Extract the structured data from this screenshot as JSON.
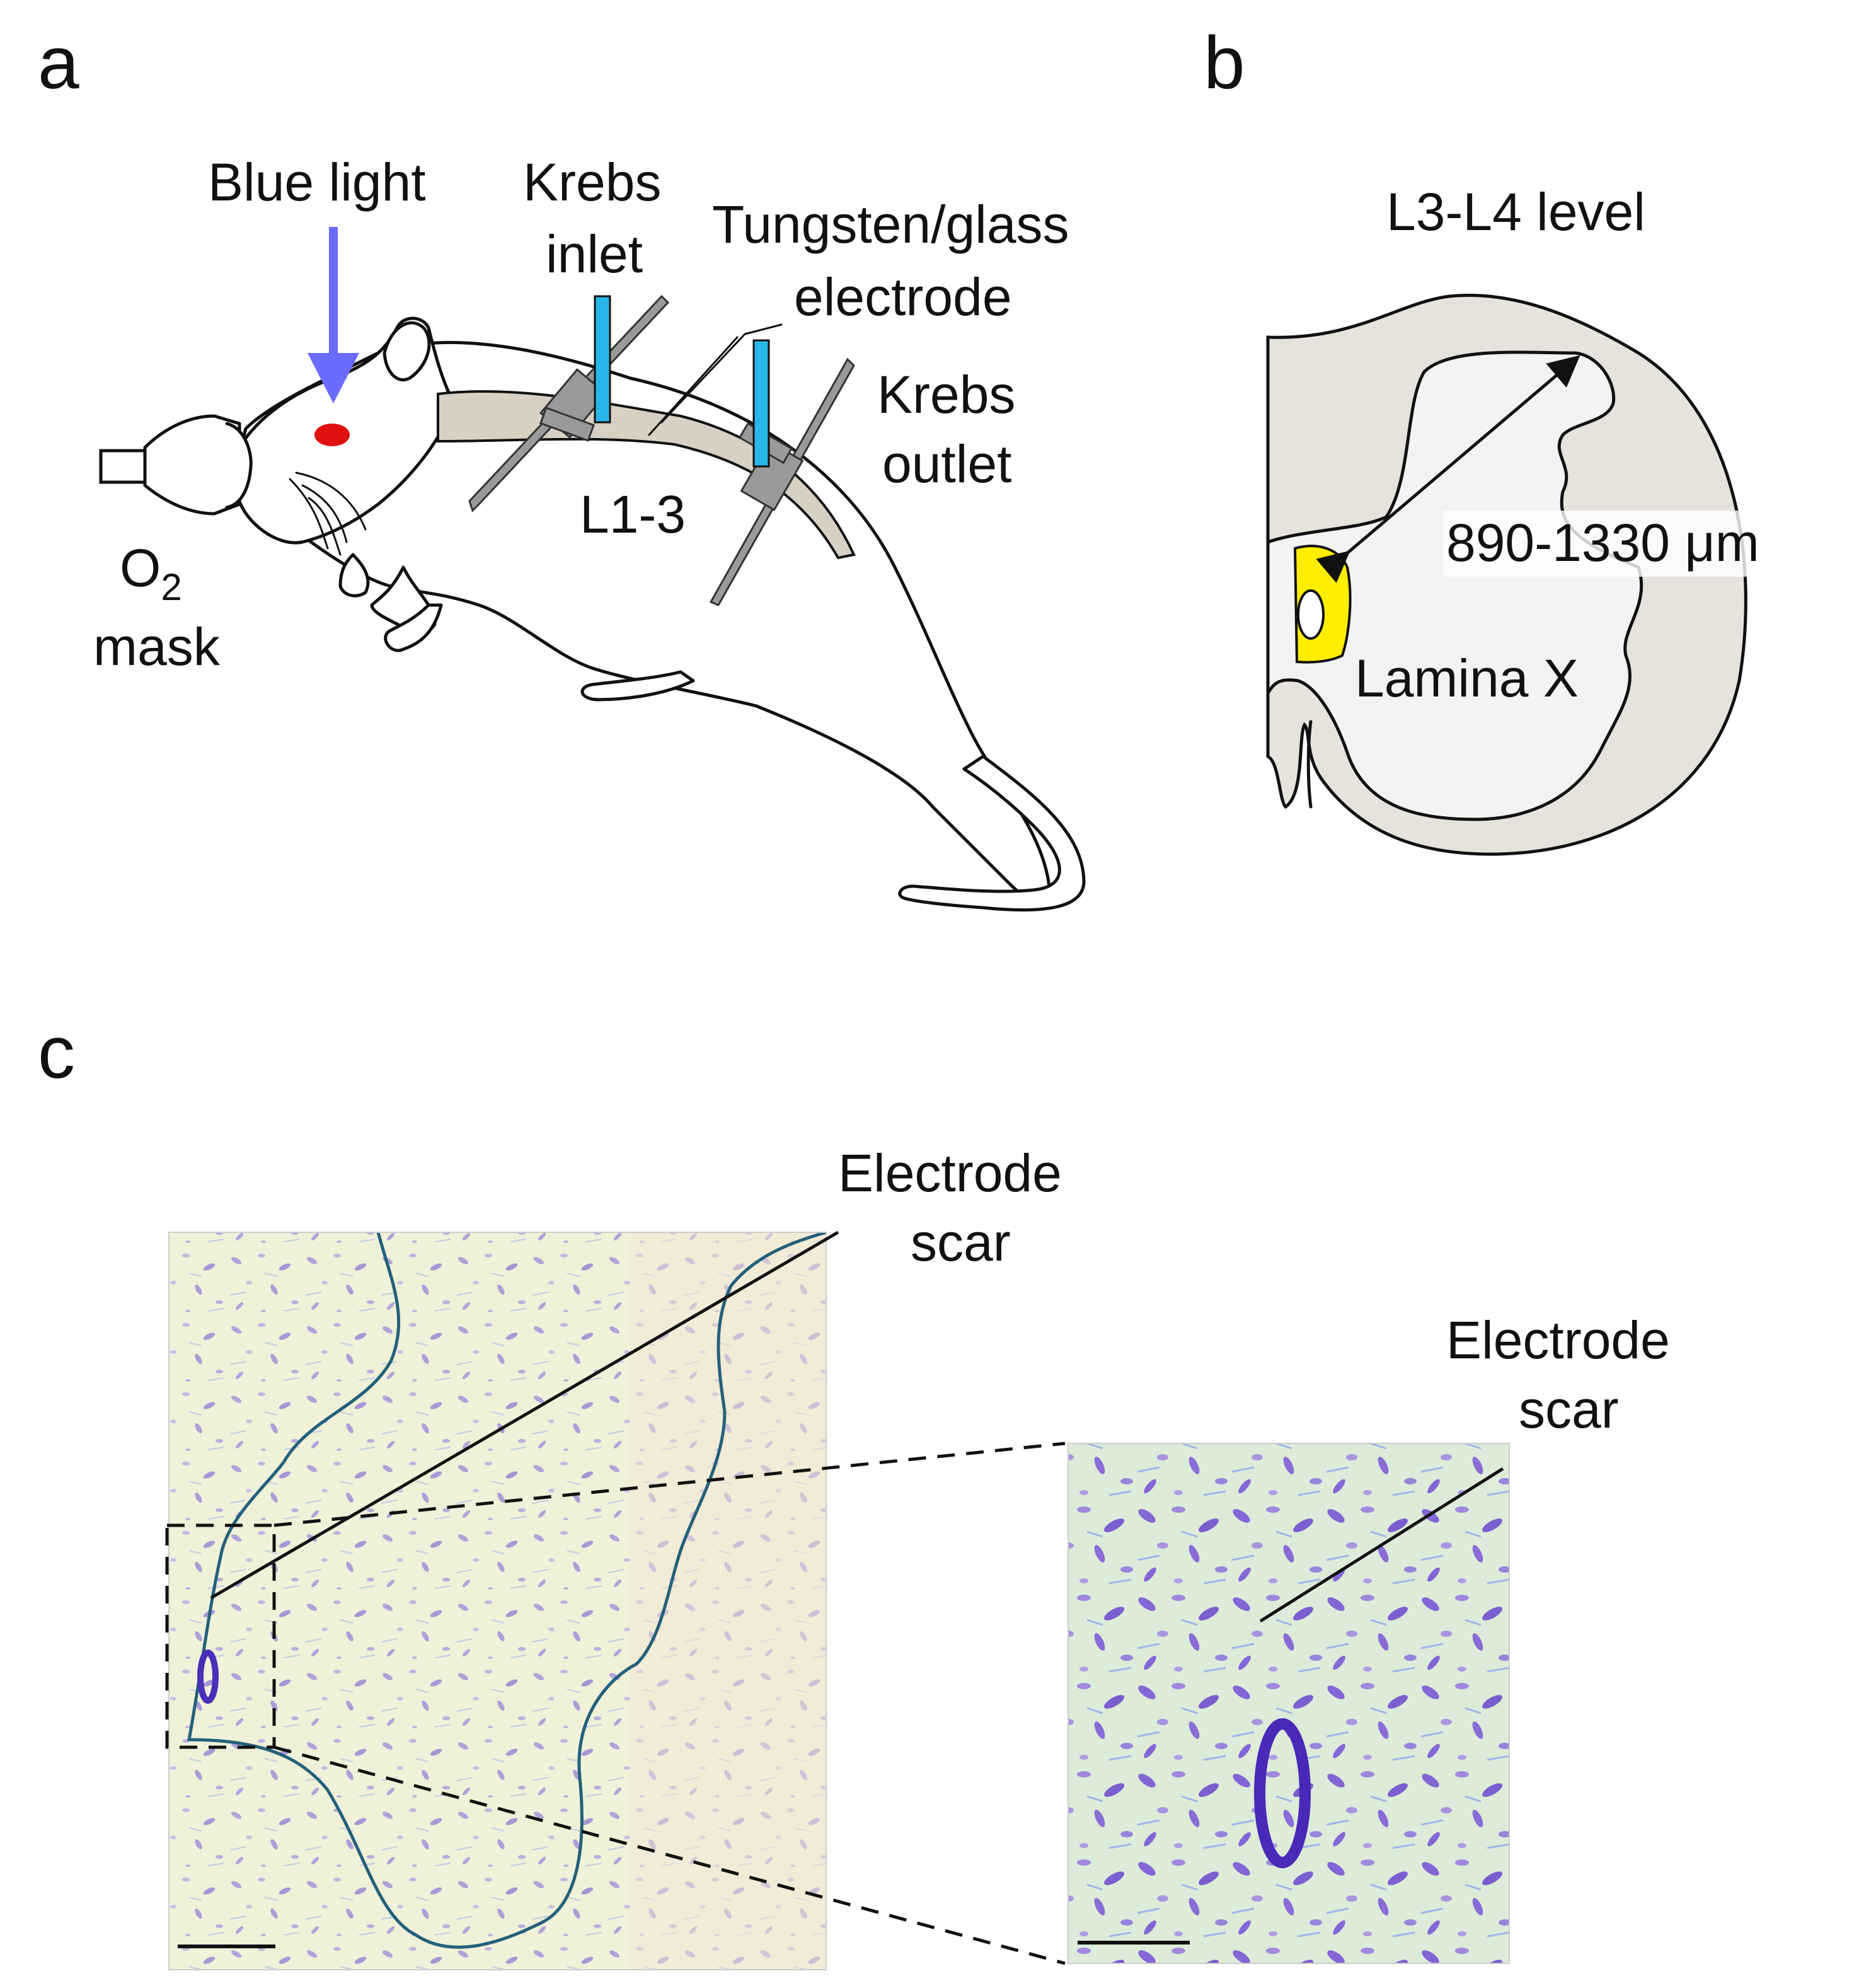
{
  "panels": {
    "a": {
      "letter": "a",
      "labels": {
        "blue_light": "Blue light",
        "krebs_inlet_1": "Krebs",
        "krebs_inlet_2": "inlet",
        "electrode_1": "Tungsten/glass",
        "electrode_2": "electrode",
        "krebs_outlet_1": "Krebs",
        "krebs_outlet_2": "outlet",
        "spine_level": "L1-3",
        "o2_main": "O",
        "o2_sub": "2",
        "mask": "mask"
      },
      "colors": {
        "light_arrow": "#6b6bff",
        "eye": "#e01010",
        "cord": "#d8d0c2",
        "clamp": "#9a9a9a",
        "tube": "#29b6e8"
      }
    },
    "b": {
      "letter": "b",
      "labels": {
        "level": "L3-L4 level",
        "distance": "890-1330 μm",
        "lamina": "Lamina X"
      },
      "colors": {
        "white_matter": "#e6e3dc",
        "grey_matter": "#f3f3f1",
        "lamina_x": "#ffee00"
      }
    },
    "c": {
      "letter": "c",
      "labels": {
        "scar_main_1": "Electrode",
        "scar_main_2": "scar",
        "scar_zoom_1": "Electrode",
        "scar_zoom_2": "scar"
      },
      "colors": {
        "stain_background": "#eef0d6",
        "stain_cells": "#8a6ad8",
        "grey_matter_outline": "#24607a"
      }
    }
  }
}
